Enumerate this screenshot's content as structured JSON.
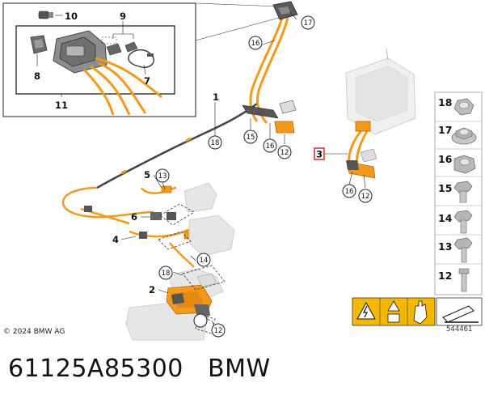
{
  "copyright": "© 2024 BMW AG",
  "part_number": "61125A85300",
  "brand": "BMW",
  "diagram_number": "544461",
  "callouts": {
    "c1": "1",
    "c2": "2",
    "c3": "3",
    "c4": "4",
    "c5": "5",
    "c6": "6",
    "c7": "7",
    "c8": "8",
    "c9": "9",
    "c10": "10",
    "c11": "11",
    "c12a": "12",
    "c12b": "12",
    "c12c": "12",
    "c13a": "13",
    "c14a": "14",
    "c15a": "15",
    "c16a": "16",
    "c16b": "16",
    "c16c": "16",
    "c17a": "17",
    "c18a": "18",
    "c18b": "18"
  },
  "parts_panel": [
    "18",
    "17",
    "16",
    "15",
    "14",
    "13",
    "12"
  ],
  "colors": {
    "cable": "#f39a1d",
    "cable_dark": "#c86f10",
    "component": "#d9d9d9",
    "highlight_box": "#d9262d",
    "warning_bg": "#f5b800"
  }
}
